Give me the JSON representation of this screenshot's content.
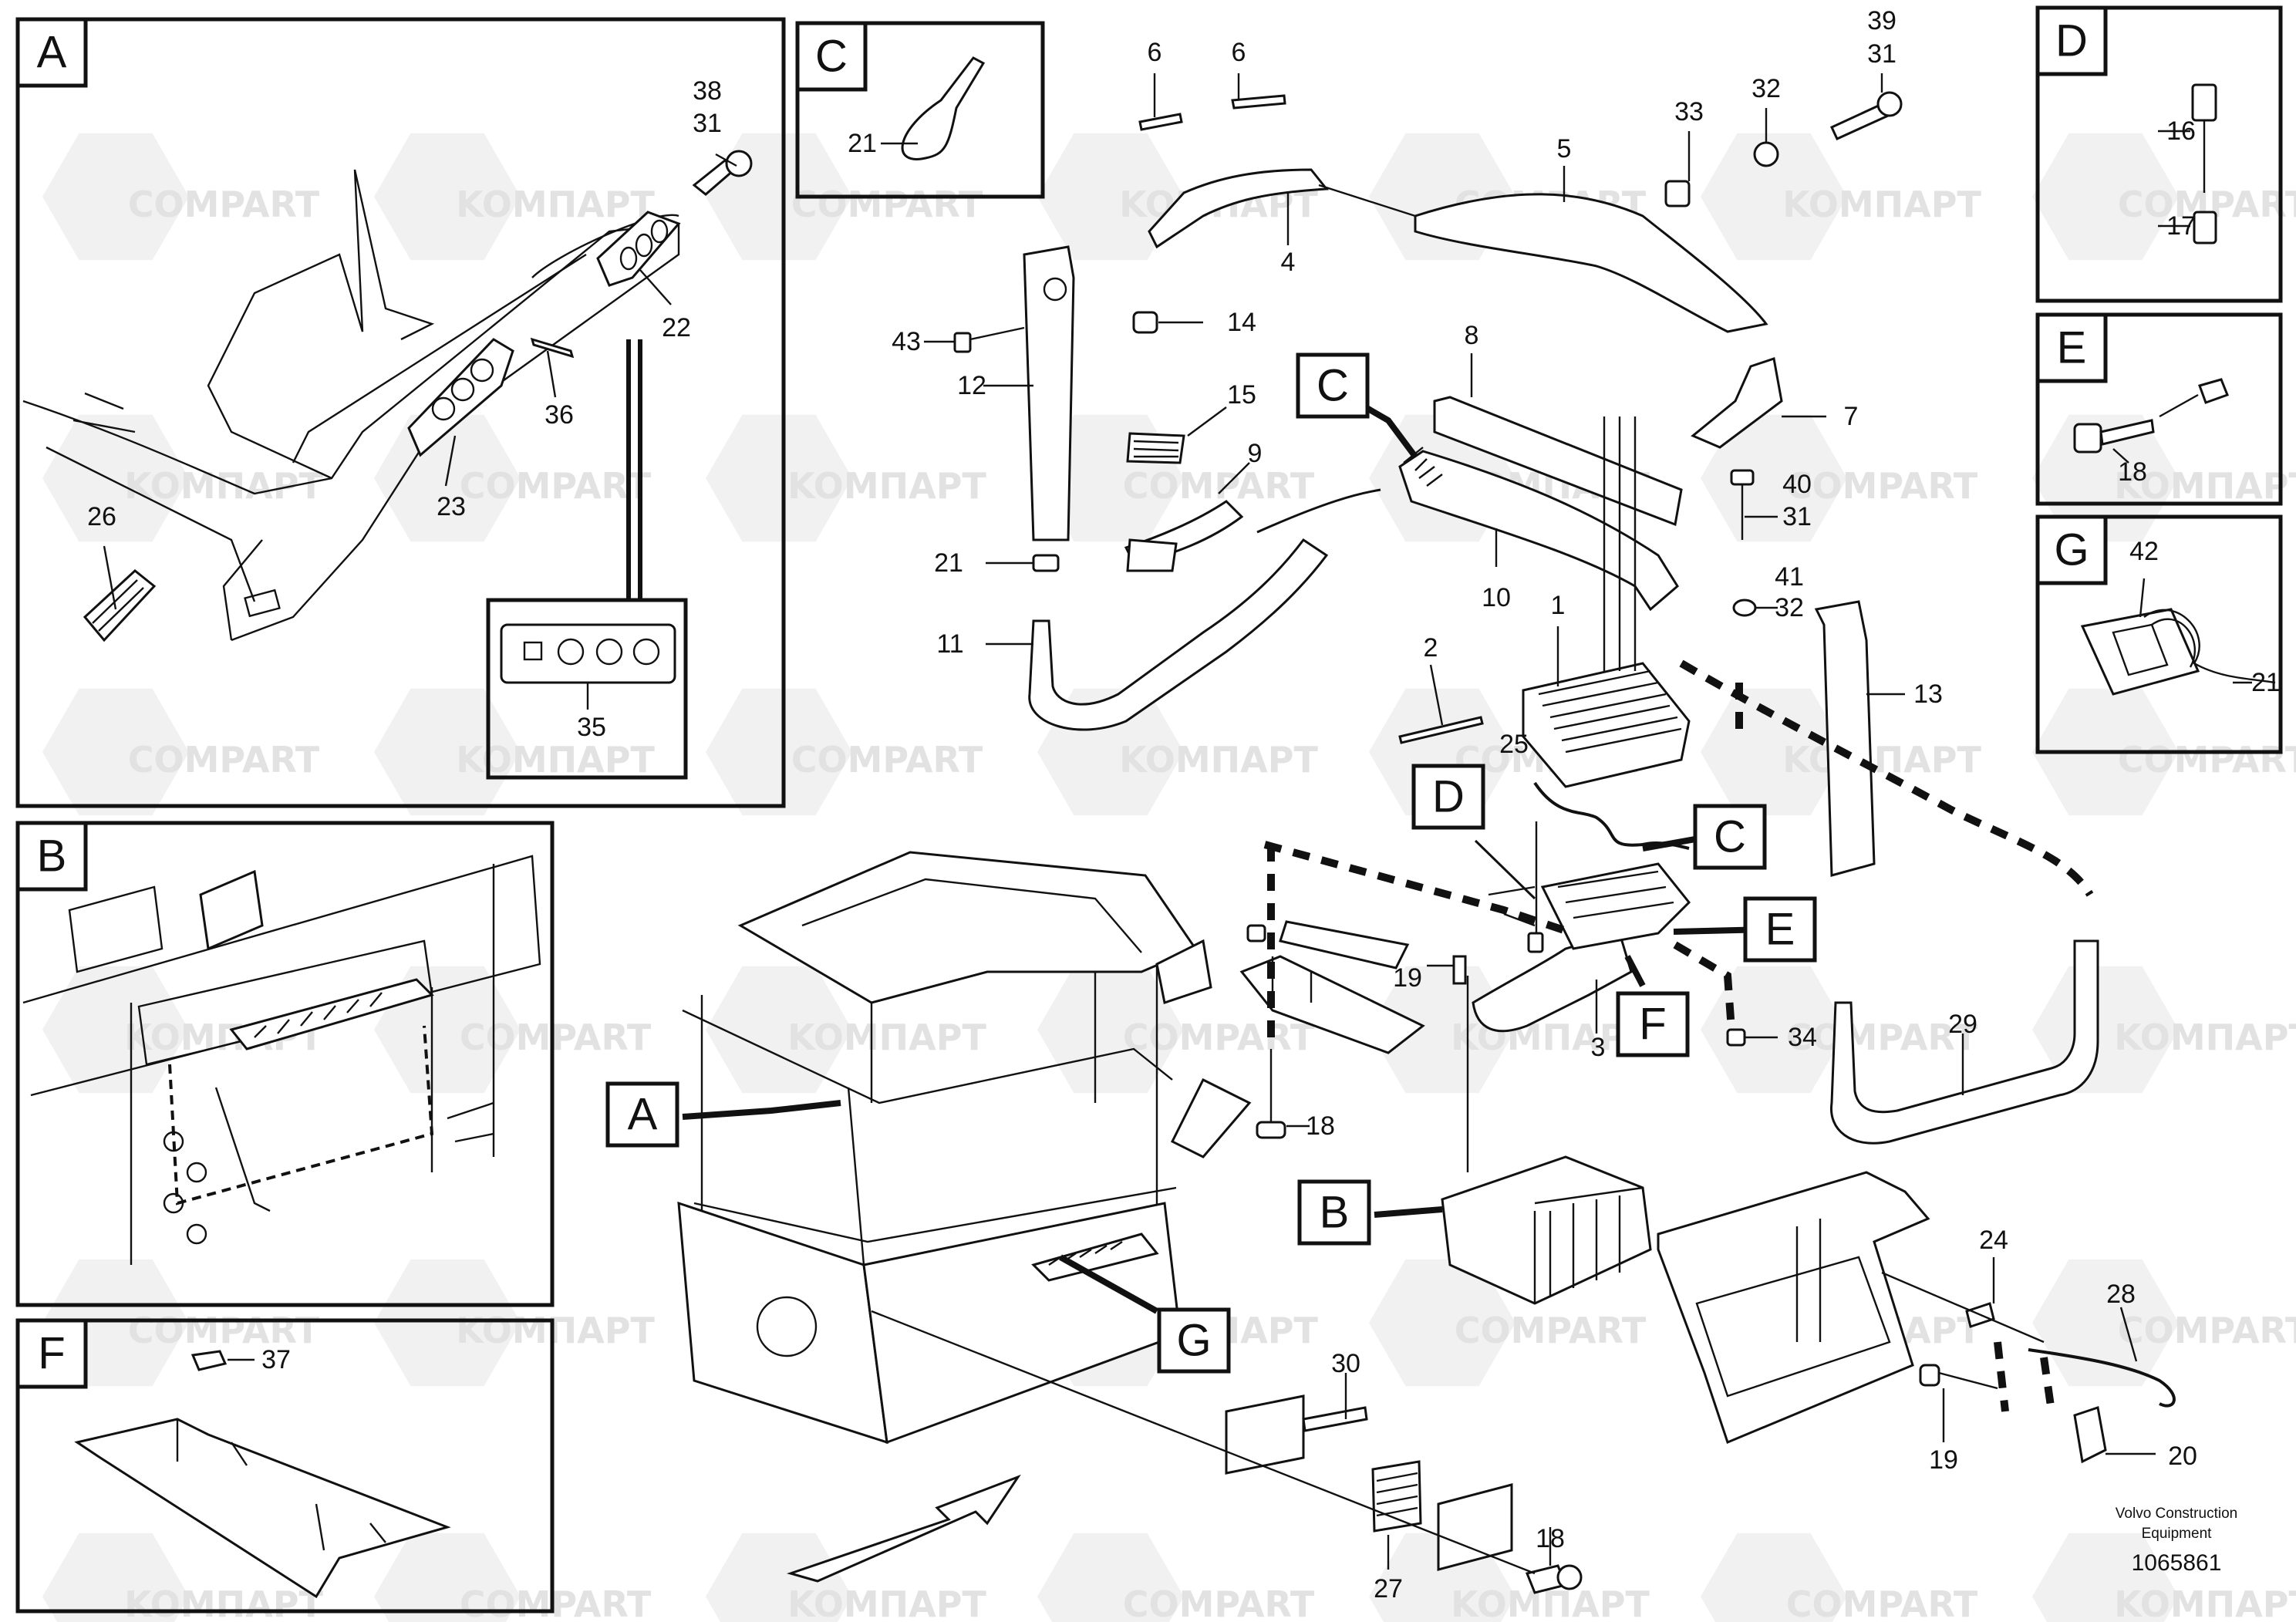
{
  "watermark": {
    "latin": "COMPART",
    "cyrillic": "KOMПAPT"
  },
  "footer": {
    "credit_line1": "Volvo Construction",
    "credit_line2": "Equipment",
    "document_number": "1065861"
  },
  "detail_panels": {
    "A": "A",
    "B": "B",
    "C": "C",
    "D": "D",
    "E": "E",
    "F": "F",
    "G": "G"
  },
  "callout_labels": {
    "A": "A",
    "B": "B",
    "C": "C",
    "D": "D",
    "E": "E",
    "F": "F",
    "G": "G"
  },
  "part_numbers": {
    "n1": "1",
    "n2": "2",
    "n3": "3",
    "n4": "4",
    "n5": "5",
    "n6a": "6",
    "n6b": "6",
    "n7": "7",
    "n8": "8",
    "n9": "9",
    "n10": "10",
    "n11": "11",
    "n12": "12",
    "n13": "13",
    "n14": "14",
    "n15": "15",
    "n16": "16",
    "n17": "17",
    "n18a": "18",
    "n18b": "18",
    "n18c": "18",
    "n19a": "19",
    "n19b": "19",
    "n20": "20",
    "n21a": "21",
    "n21b": "21",
    "n21c": "21",
    "n22": "22",
    "n23": "23",
    "n24": "24",
    "n25": "25",
    "n26": "26",
    "n27": "27",
    "n28": "28",
    "n29": "29",
    "n30": "30",
    "n31a": "31",
    "n31b": "31",
    "n31c": "31",
    "n32a": "32",
    "n32b": "32",
    "n33": "33",
    "n34": "34",
    "n35": "35",
    "n36": "36",
    "n37": "37",
    "n38": "38",
    "n39": "39",
    "n40": "40",
    "n41": "41",
    "n42": "42",
    "n43": "43"
  }
}
